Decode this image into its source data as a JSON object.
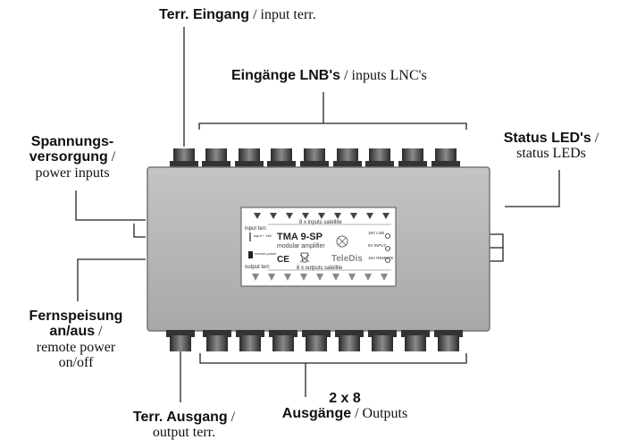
{
  "labels": {
    "terr_in": {
      "bold": "Terr. Eingang",
      "rest": " / input terr."
    },
    "lnb_in": {
      "bold": "Eingänge LNB's",
      "rest": " / inputs LNC's"
    },
    "power": {
      "bold1": "Spannungs-",
      "bold2": "versorgung",
      "rest2": " /",
      "line3": "power inputs"
    },
    "status": {
      "bold": "Status LED's",
      "rest": " /",
      "line2": "status LEDs"
    },
    "remote": {
      "bold1": "Fernspeisung",
      "bold2": "an/aus",
      "rest2": " /",
      "line3": "remote power",
      "line4": "on/off"
    },
    "terr_out": {
      "bold": "Terr. Ausgang",
      "rest": " /",
      "line2": "output  terr."
    },
    "outputs": {
      "line1": "2 x 8",
      "bold2": "Ausgänge",
      "rest2": " / Outputs"
    }
  },
  "panel": {
    "model": "TMA 9-SP",
    "subtitle": "modular amplifier",
    "inputs_sat": "8 x inputs satellite",
    "outputs_sat": "8 x outputs satellite",
    "input_terr": "input terr.",
    "output_terr": "output terr.",
    "input_18v": "input + 18V",
    "remote_power": "remote power",
    "ce": "CE",
    "brand": "TeleDis",
    "led1": "18V LNB",
    "led2": "5V INPUT",
    "led3": "15V REMOTE"
  }
}
